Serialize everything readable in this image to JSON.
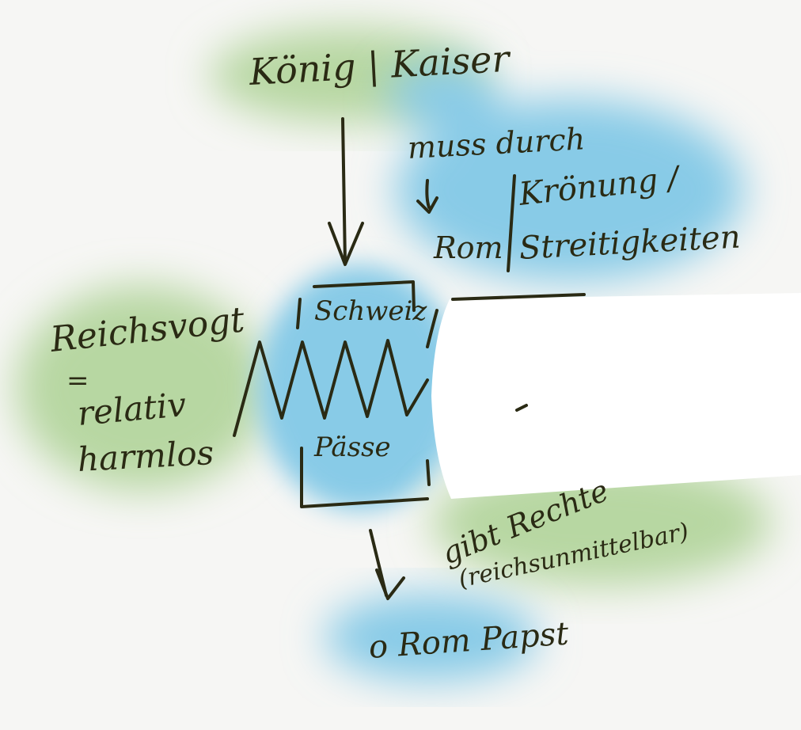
{
  "colors": {
    "ink": "#2a2a14",
    "green_wash": "#b7d7a2",
    "blue_wash": "#88cbe7",
    "background": "#f6f6f4",
    "cutout": "#ffffff"
  },
  "diagram": {
    "top_node": "König | Kaiser",
    "branch_note": "muss durch",
    "rome": "Rom",
    "coronation": "Krönung /",
    "disputes": "Streitigkeiten",
    "switzerland": "Schweiz",
    "passes": "Pässe",
    "reichsvogt": "Reichsvogt",
    "equals": "=",
    "relative": "relativ",
    "harmless": "harmlos",
    "grants_rights": "gibt Rechte",
    "reichsunmittelbar": "(reichsunmittelbar)",
    "bottom_node": "o Rom Papst"
  }
}
